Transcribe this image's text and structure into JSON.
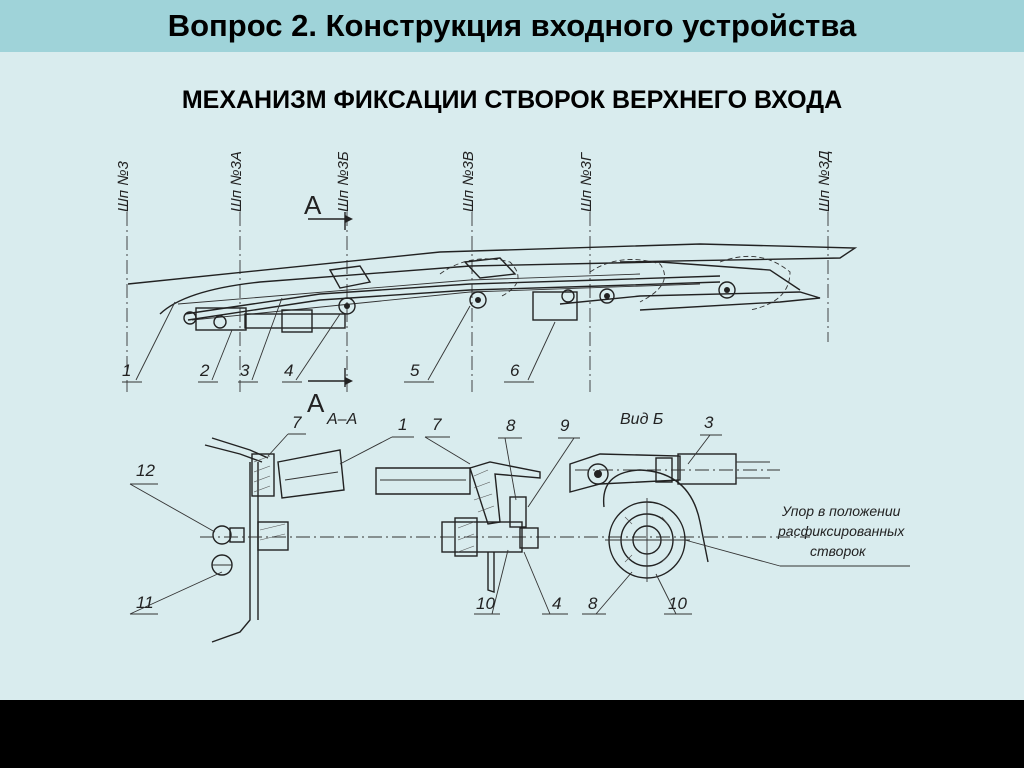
{
  "slide": {
    "title": "Вопрос 2. Конструкция входного устройства",
    "subtitle": "МЕХАНИЗМ ФИКСАЦИИ СТВОРОК ВЕРХНЕГО ВХОДА"
  },
  "drawing": {
    "frames": [
      "Шп №3",
      "Шп №3А",
      "Шп №3Б",
      "Шп №3В",
      "Шп №3Г",
      "Шп №3Д"
    ],
    "section_mark": "А",
    "section_label": "А–А",
    "view_label": "Вид Б",
    "top_callouts": [
      "1",
      "2",
      "3",
      "4",
      "5",
      "6"
    ],
    "section_callouts": [
      "12",
      "11",
      "1",
      "7",
      "7",
      "8",
      "10",
      "4",
      "9"
    ],
    "view_callouts": [
      "3",
      "8",
      "10"
    ],
    "note": [
      "Упор в положении",
      "расфиксированных",
      "створок"
    ]
  },
  "colors": {
    "title_bar": "#9fd3d9",
    "background": "#d9ecee",
    "bottom_bar": "#000000"
  }
}
